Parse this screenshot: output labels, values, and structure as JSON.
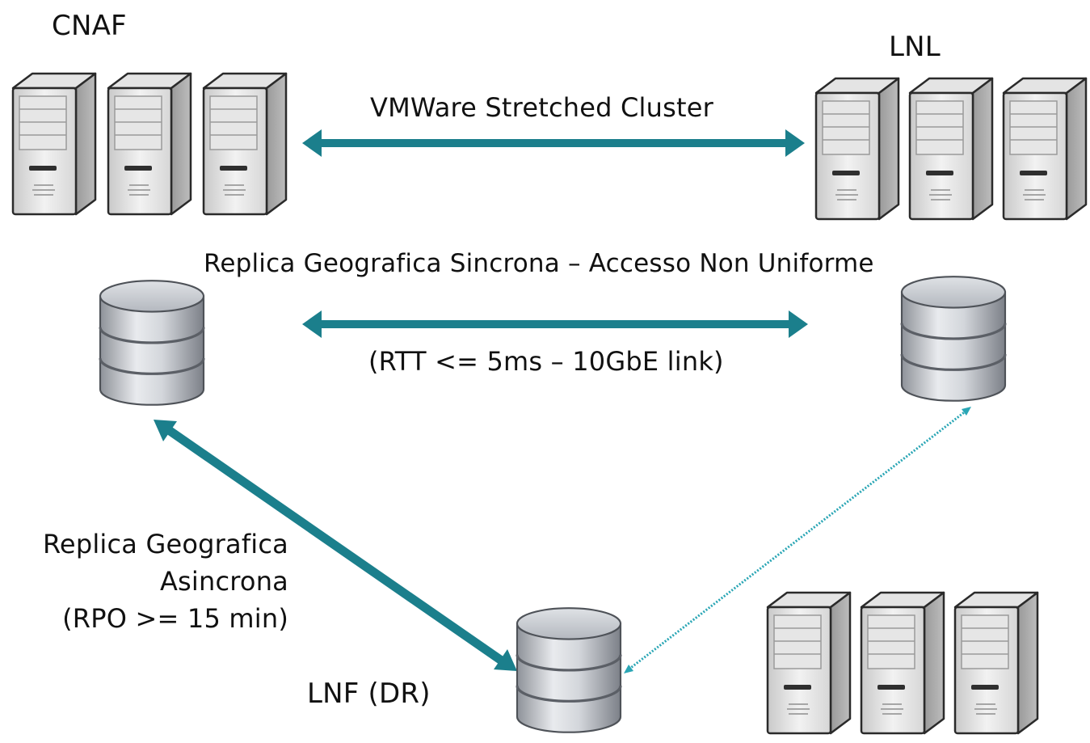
{
  "sites": {
    "cnaf": "CNAF",
    "lnl": "LNL",
    "lnf": "LNF (DR)"
  },
  "links": {
    "stretched_cluster": "VMWare Stretched Cluster",
    "sync_replica": "Replica Geografica Sincrona – Accesso Non Uniforme",
    "sync_replica_detail": "(RTT <= 5ms – 10GbE link)",
    "async_replica_line1": "Replica Geografica",
    "async_replica_line2": "Asincrona",
    "async_replica_line3": "(RPO >= 15 min)"
  },
  "icons": {
    "server": "server-tower-icon",
    "storage": "database-cylinder-icon"
  },
  "colors": {
    "link": "#1b7f8c",
    "dotted_link": "#2aa6b5",
    "text": "#111111"
  }
}
